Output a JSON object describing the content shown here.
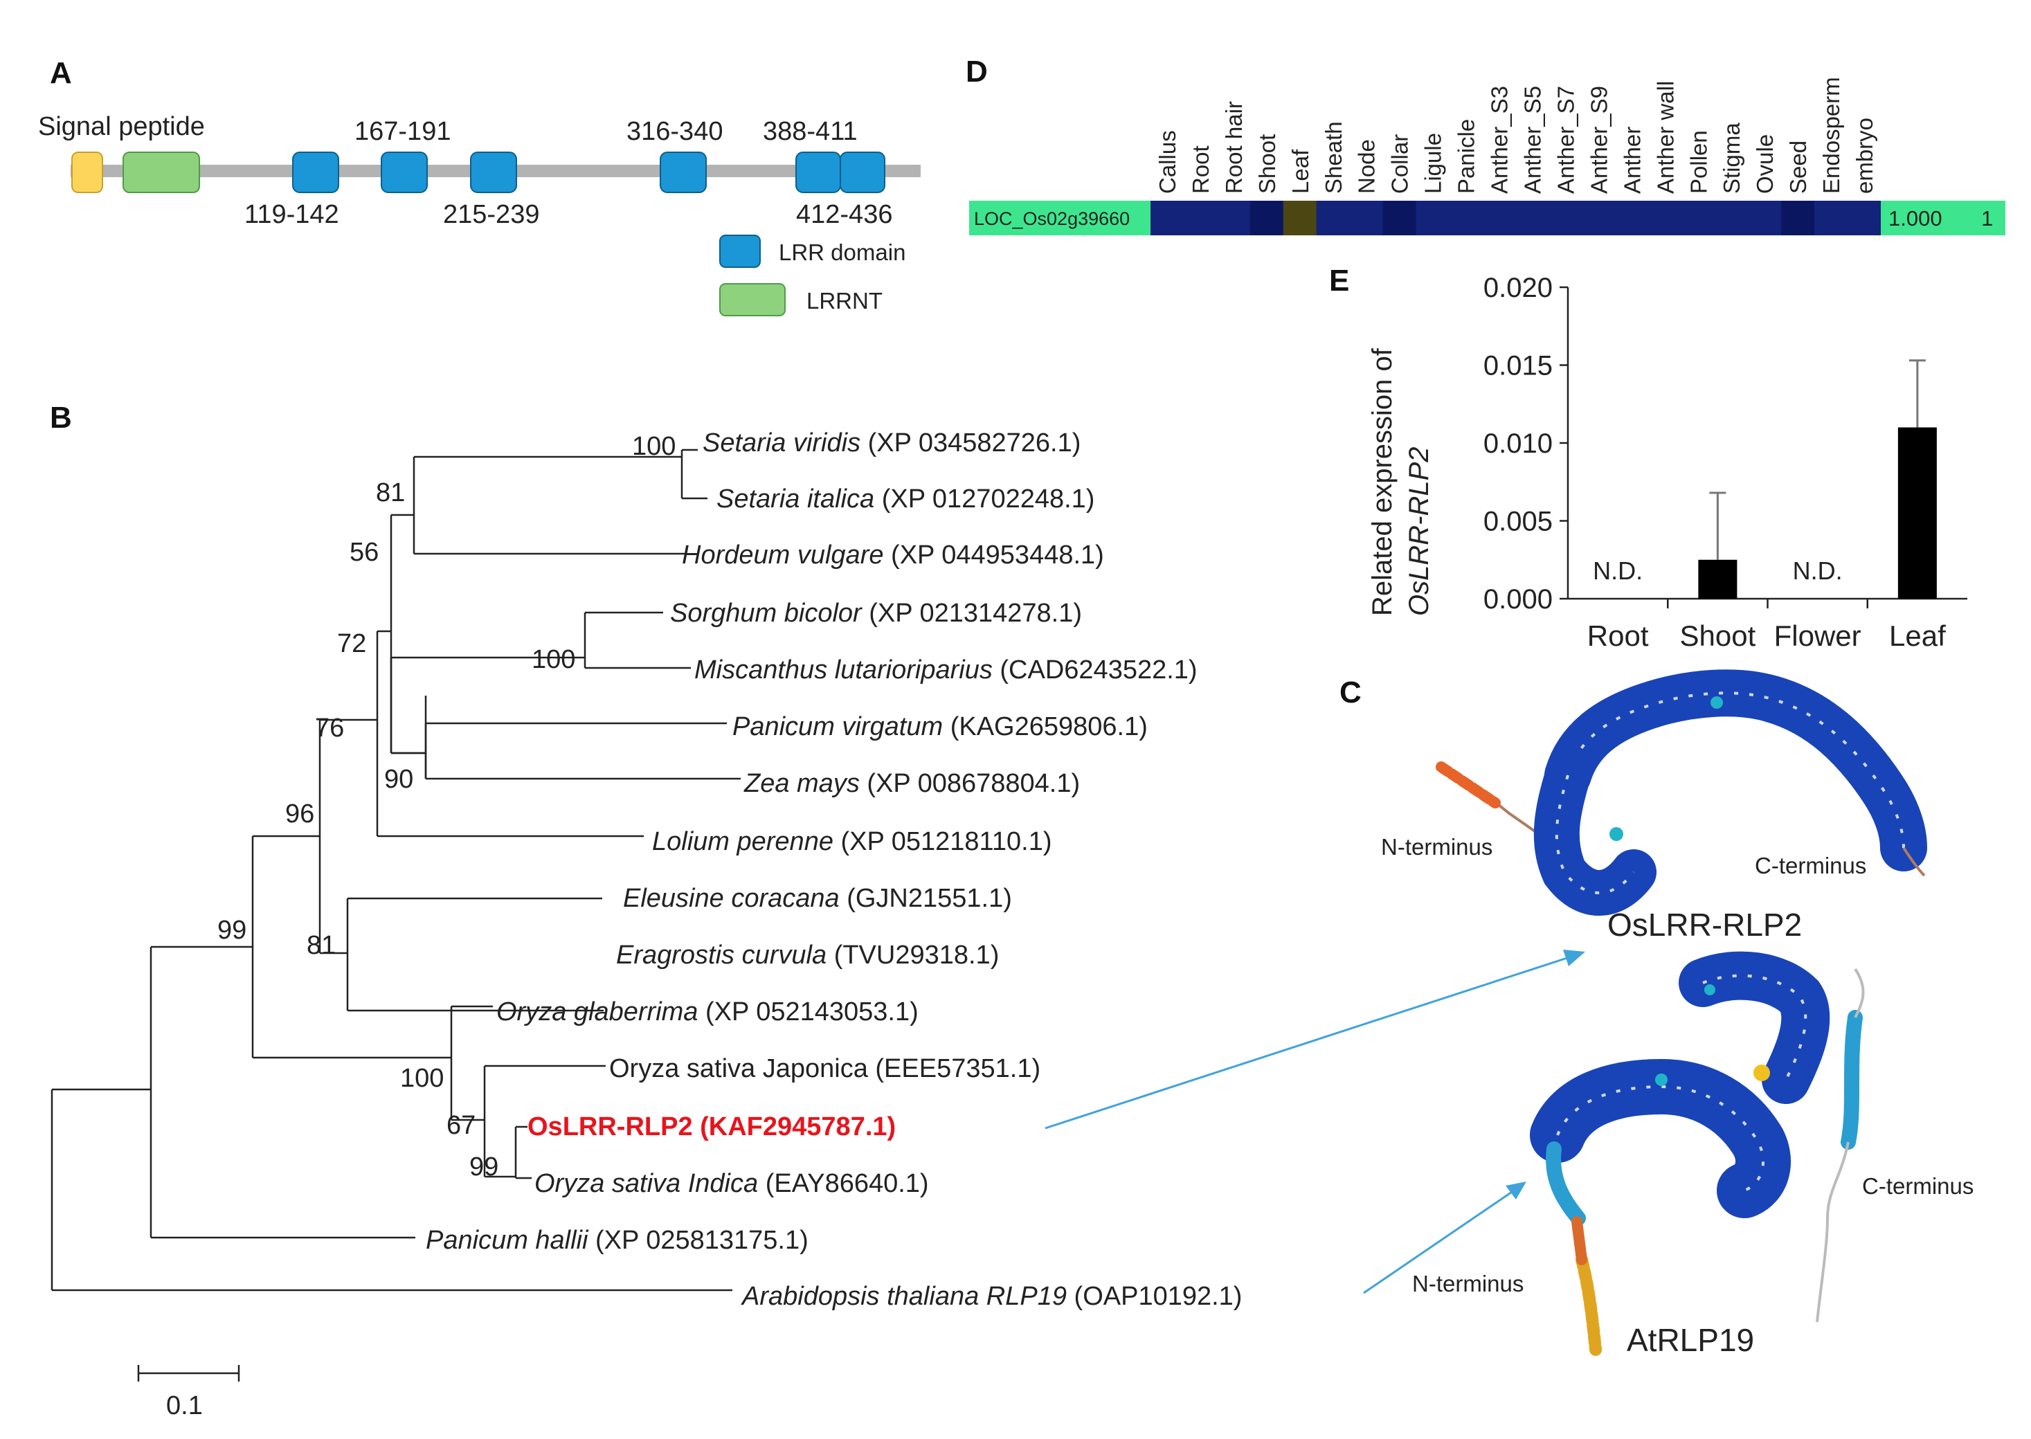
{
  "panels": {
    "A": "A",
    "B": "B",
    "C": "C",
    "D": "D",
    "E": "E"
  },
  "domain_map": {
    "signal_peptide": "Signal peptide",
    "lrr_ranges": [
      "119-142",
      "167-191",
      "215-239",
      "316-340",
      "388-411",
      "412-436"
    ],
    "legend": {
      "lrr": "LRR domain",
      "lrrnt": "LRRNT"
    },
    "colors": {
      "signal": "#fdd55a",
      "lrrnt": "#8fd27e",
      "lrr": "#1b96d6",
      "backbone": "#b3b3b3"
    }
  },
  "tree": {
    "taxa": [
      {
        "species": "Setaria viridis",
        "acc": "(XP 034582726.1)"
      },
      {
        "species": "Setaria italica",
        "acc": "(XP 012702248.1)"
      },
      {
        "species": "Hordeum vulgare",
        "acc": "(XP 044953448.1)"
      },
      {
        "species": "Sorghum bicolor",
        "acc": "(XP 021314278.1)"
      },
      {
        "species": "Miscanthus lutarioriparius",
        "acc": "(CAD6243522.1)"
      },
      {
        "species": "Panicum virgatum",
        "acc": "(KAG2659806.1)"
      },
      {
        "species": "Zea mays",
        "acc": "(XP 008678804.1)"
      },
      {
        "species": "Lolium perenne",
        "acc": "(XP 051218110.1)"
      },
      {
        "species": "Eleusine coracana",
        "acc": "(GJN21551.1)"
      },
      {
        "species": "Eragrostis curvula",
        "acc": "(TVU29318.1)"
      },
      {
        "species": "Oryza glaberrima",
        "acc": "(XP 052143053.1)"
      },
      {
        "species": "Oryza sativa Japonica (EEE57351.1)",
        "acc": ""
      },
      {
        "species": "OsLRR-RLP2 (KAF2945787.1)",
        "acc": ""
      },
      {
        "species": "Oryza sativa Indica",
        "acc": "(EAY86640.1)"
      },
      {
        "species": "Panicum hallii",
        "acc": "(XP 025813175.1)"
      },
      {
        "species": "Arabidopsis thaliana RLP19",
        "acc": "(OAP10192.1)"
      }
    ],
    "bootstrap": [
      "100",
      "81",
      "56",
      "100",
      "72",
      "90",
      "76",
      "81",
      "96",
      "99",
      "99",
      "67",
      "100"
    ],
    "scale_label": "0.1",
    "highlight_color": "#e8141c"
  },
  "heatmap": {
    "gene": "LOC_Os02g39660",
    "tissues": [
      "Callus",
      "Root",
      "Root hair",
      "Shoot",
      "Leaf",
      "Sheath",
      "Node",
      "Collar",
      "Ligule",
      "Panicle",
      "Anther_S3",
      "Anther_S5",
      "Anther_S7",
      "Anther_S9",
      "Anther",
      "Anther wall",
      "Pollen",
      "Stigma",
      "Ovule",
      "Seed",
      "Endosperm",
      "embryo"
    ],
    "value_text": "1.000",
    "rank_text": "1",
    "colors": {
      "base": "#14237a",
      "dark": "#0b1660",
      "leaf": "#4c4613",
      "label_bg": "#3de68e"
    }
  },
  "structures": {
    "osl": {
      "name": "OsLRR-RLP2",
      "n": "N-terminus",
      "c": "C-terminus"
    },
    "at": {
      "name": "AtRLP19",
      "n": "N-terminus",
      "c": "C-terminus"
    }
  },
  "chart_data": {
    "type": "bar",
    "categories": [
      "Root",
      "Shoot",
      "Flower",
      "Leaf"
    ],
    "values": [
      null,
      0.0025,
      null,
      0.011
    ],
    "errors": [
      null,
      0.0043,
      null,
      0.0043
    ],
    "annotations": [
      "N.D.",
      "",
      "N.D.",
      ""
    ],
    "ylabel_line1": "Related expression of",
    "ylabel_line2": "OsLRR-RLP2",
    "ylim": [
      0,
      0.02
    ],
    "yticks": [
      "0.000",
      "0.005",
      "0.010",
      "0.015",
      "0.020"
    ],
    "bar_color": "#000000"
  }
}
